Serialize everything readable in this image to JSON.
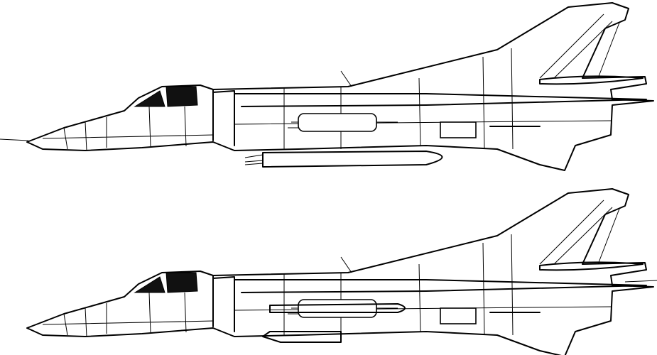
{
  "colors": {
    "line": "#000000",
    "background": "#ffffff"
  },
  "figures": [
    {
      "subject": "jet-aircraft-side-view",
      "stores": "bomb-rack-and-drop-tank"
    },
    {
      "subject": "jet-aircraft-side-view",
      "stores": "missiles-and-ventral-pod"
    }
  ]
}
